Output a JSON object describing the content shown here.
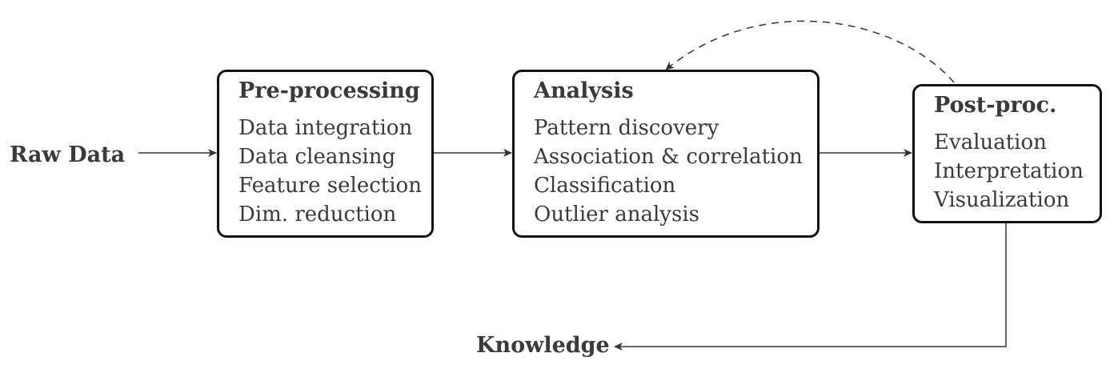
{
  "input_label": "Raw Data",
  "output_label": "Knowledge",
  "stages": [
    {
      "title": "Pre-processing",
      "items": [
        "Data integration",
        "Data cleansing",
        "Feature selection",
        "Dim. reduction"
      ]
    },
    {
      "title": "Analysis",
      "items": [
        "Pattern discovery",
        "Association & correlation",
        "Classification",
        "Outlier analysis"
      ]
    },
    {
      "title": "Post-proc.",
      "items": [
        "Evaluation",
        "Interpretation",
        "Visualization"
      ]
    }
  ],
  "colors": {
    "box_border": "#111111",
    "text": "#3a3a3a",
    "arrow": "#333333"
  }
}
